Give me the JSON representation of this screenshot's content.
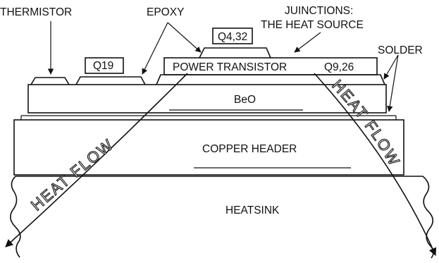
{
  "labels": {
    "thermistor": "THERMISTOR",
    "epoxy": "EPOXY",
    "junctions_1": "JUINCTIONS:",
    "junctions_2": "THE HEAT SOURCE",
    "solder": "SOLDER",
    "q4": "Q4,32",
    "q19": "Q19",
    "power_transistor": "POWER TRANSISTOR",
    "q9": "Q9,26",
    "beo": "BeO",
    "copper_header": "COPPER HEADER",
    "heatsink": "HEATSINK",
    "heat_flow_left": "HEAT FLOW",
    "heat_flow_right": "HEAT FLOW"
  }
}
